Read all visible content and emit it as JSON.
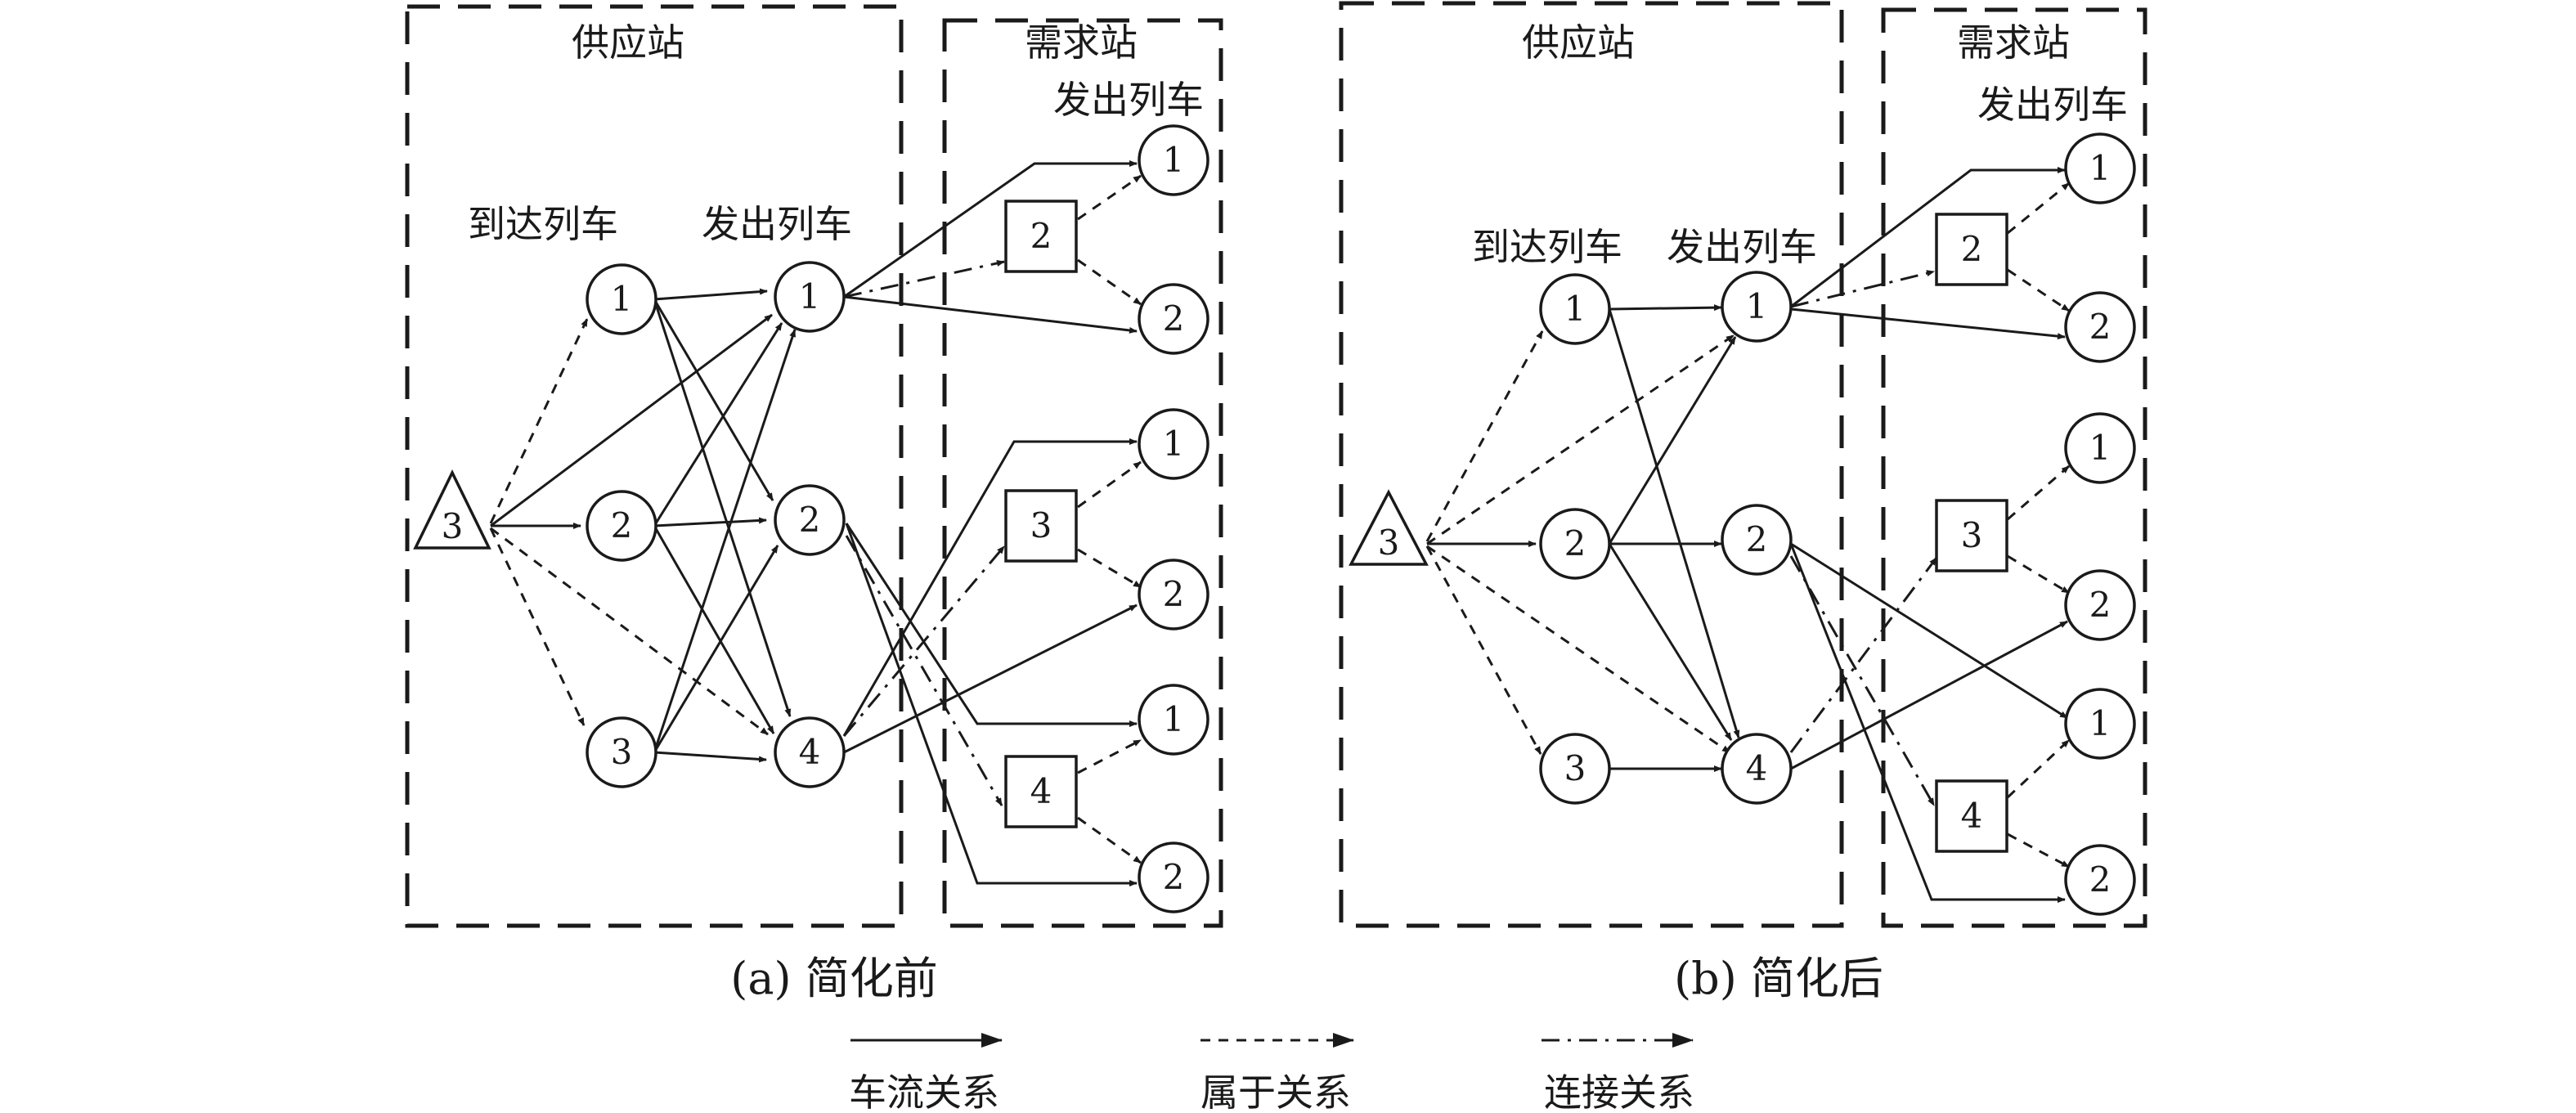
{
  "panels": [
    {
      "id": "a",
      "supply_label": "供应站",
      "demand_label": "需求站",
      "arrive_label": "到达列车",
      "depart_label": "发出列车",
      "demand_depart_label": "发出列车",
      "caption": "(a) 简化前",
      "triangle": "3",
      "arrive_nodes": [
        "1",
        "2",
        "3"
      ],
      "depart_nodes": [
        "1",
        "2",
        "4"
      ],
      "squares": [
        "2",
        "3",
        "4"
      ],
      "demand_nodes": [
        "1",
        "2",
        "1",
        "2",
        "1",
        "2"
      ]
    },
    {
      "id": "b",
      "supply_label": "供应站",
      "demand_label": "需求站",
      "arrive_label": "到达列车",
      "depart_label": "发出列车",
      "demand_depart_label": "发出列车",
      "caption": "(b) 简化后",
      "triangle": "3",
      "arrive_nodes": [
        "1",
        "2",
        "3"
      ],
      "depart_nodes": [
        "1",
        "2",
        "4"
      ],
      "squares": [
        "2",
        "3",
        "4"
      ],
      "demand_nodes": [
        "1",
        "2",
        "1",
        "2",
        "1",
        "2"
      ]
    }
  ],
  "legend": [
    {
      "label": "车流关系",
      "style": "flow"
    },
    {
      "label": "属于关系",
      "style": "belong"
    },
    {
      "label": "连接关系",
      "style": "connect"
    }
  ],
  "colors": {
    "ink": "#1a1a1a",
    "background": "#ffffff"
  }
}
